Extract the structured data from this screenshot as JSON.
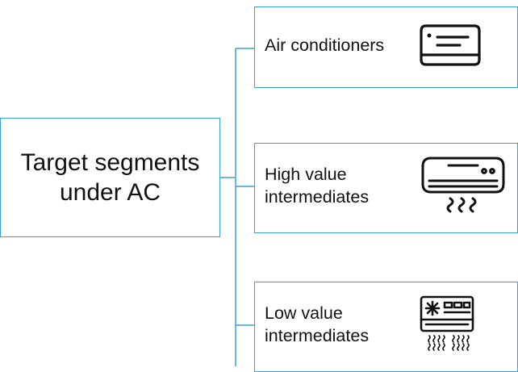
{
  "diagram": {
    "root": {
      "label": "Target segments\nunder AC"
    },
    "children": [
      {
        "label": "Air conditioners",
        "icon": "split-ac-unit-icon"
      },
      {
        "label": "High value\nintermediates",
        "icon": "ac-with-airflow-icon"
      },
      {
        "label": "Low value\nintermediates",
        "icon": "ac-snowflake-airflow-icon"
      }
    ],
    "colors": {
      "connector": "#3aa0d0",
      "border": "#3aa0d0",
      "text": "#111111"
    }
  }
}
